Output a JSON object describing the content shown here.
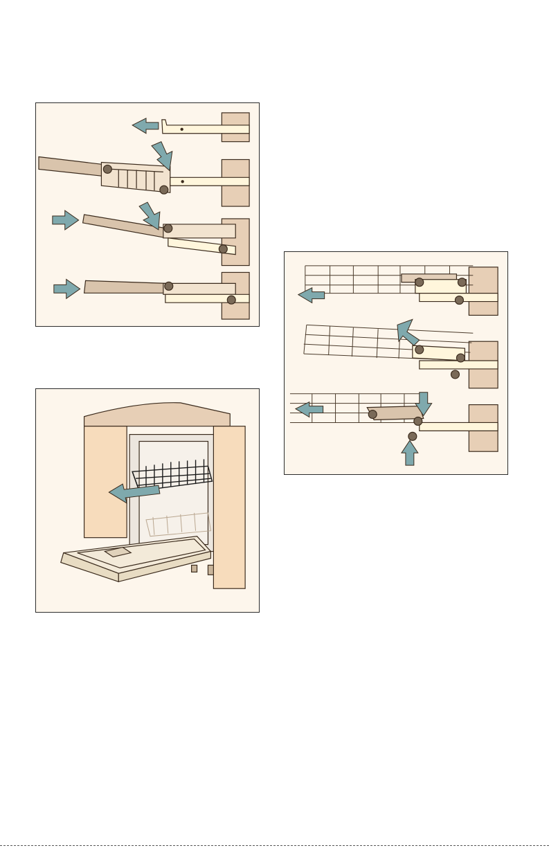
{
  "page": {
    "figures": [
      {
        "id": "rail-assembly",
        "icon": "rail-insertion-steps-illustration"
      },
      {
        "id": "dishwasher-open",
        "icon": "dishwasher-rack-removal-illustration"
      },
      {
        "id": "basket-removal",
        "icon": "basket-rail-release-illustration"
      }
    ],
    "colors": {
      "arrow": "#7fa9ad",
      "rail": "#fff6dc",
      "plate": "#d9c4ac",
      "cabinet": "#f7dcbc",
      "frame": "#2b2b2b"
    }
  }
}
